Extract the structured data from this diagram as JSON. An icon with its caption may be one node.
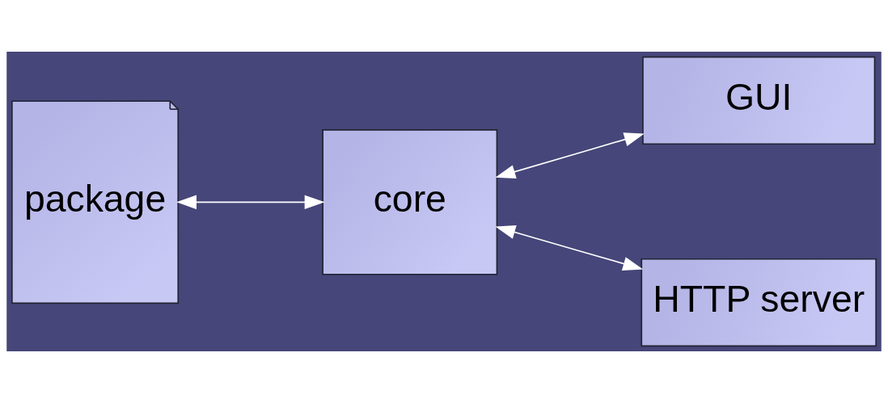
{
  "diagram": {
    "nodes": [
      {
        "text": [
          "package"
        ]
      },
      {
        "text": [
          "core"
        ]
      },
      {
        "text": [
          "GUI"
        ]
      },
      {
        "text": [
          "HTTP server"
        ]
      }
    ],
    "edges": [
      {
        "from": 0,
        "to": 1,
        "arrow": "both"
      },
      {
        "from": 1,
        "to": 2,
        "arrow": "both"
      },
      {
        "from": 1,
        "to": 3,
        "arrow": "both"
      }
    ]
  }
}
